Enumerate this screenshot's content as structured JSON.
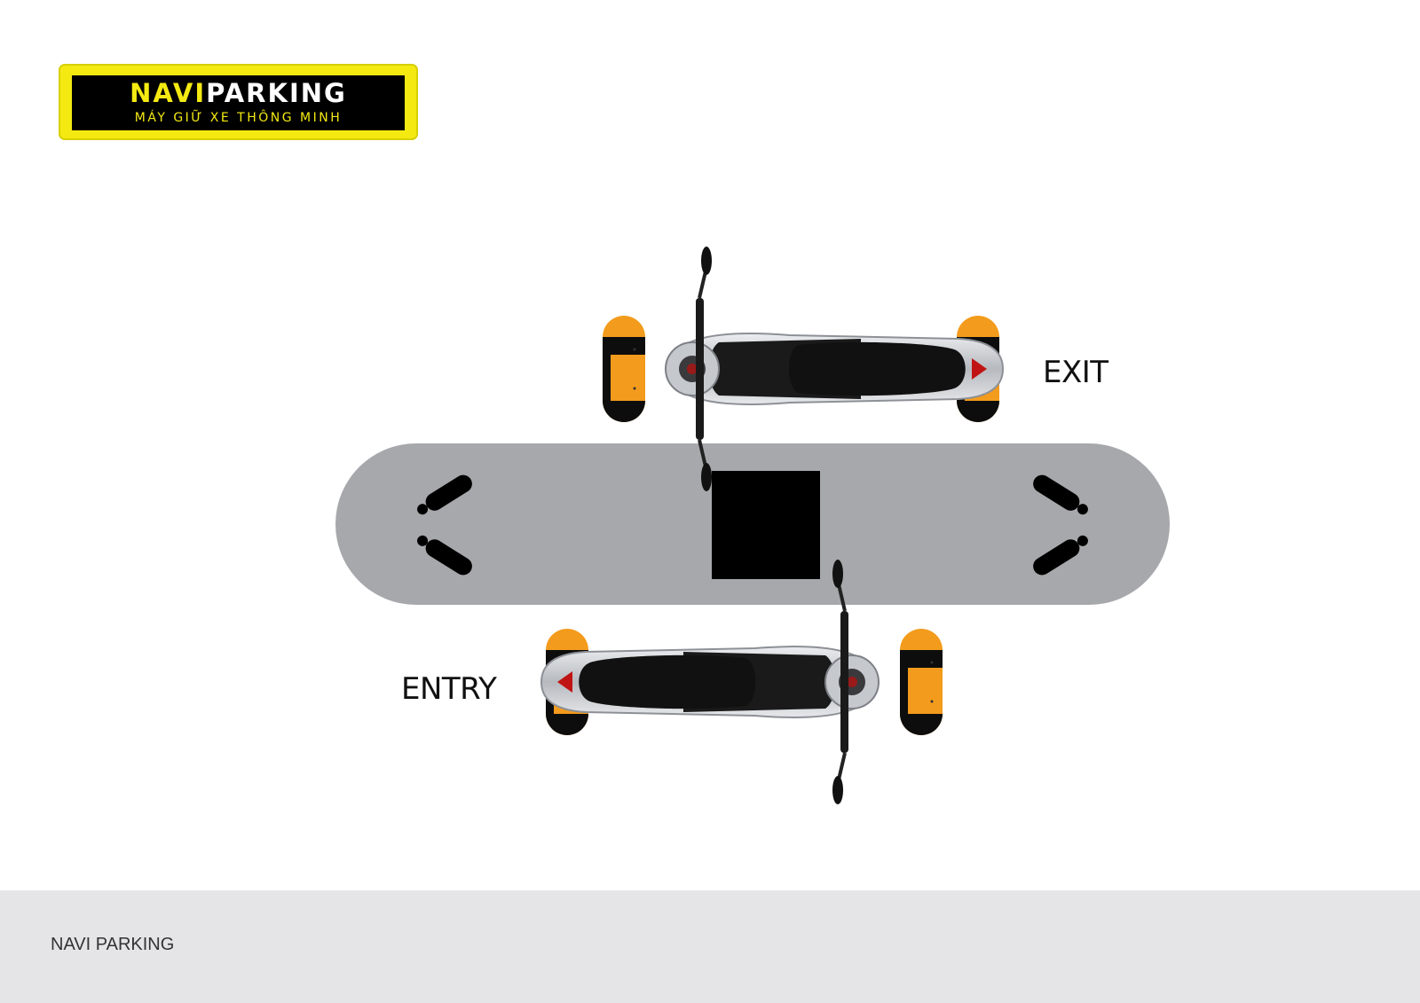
{
  "logo": {
    "brand_first": "NAVI",
    "brand_second": "PARKING",
    "tagline": "MÁY GIỮ XE THÔNG MINH",
    "yellow": "#f4ea12",
    "black": "#000000"
  },
  "labels": {
    "exit": "EXIT",
    "entry": "ENTRY"
  },
  "footer": {
    "text": "NAVI PARKING"
  },
  "colors": {
    "island": "#a7a8ab",
    "terminal": "#000000",
    "barrier_orange": "#f39b1c",
    "scooter_body": "#c9cbcf",
    "seat": "#111111",
    "footer_bg": "#e5e5e7"
  }
}
